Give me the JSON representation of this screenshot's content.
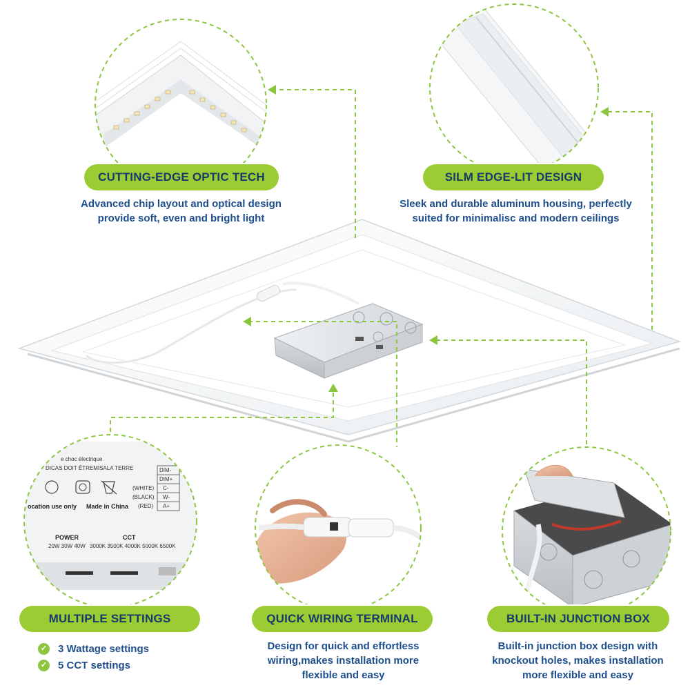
{
  "features": [
    {
      "title": "CUTTING-EDGE OPTIC TECH",
      "desc": [
        "Advanced chip layout and optical design",
        "provide soft, even and bright light"
      ]
    },
    {
      "title": "SILM EDGE-LIT DESIGN",
      "desc": [
        "Sleek and durable aluminum housing, perfectly",
        "suited for minimalisc and modern ceilings"
      ]
    },
    {
      "title": "MULTIPLE SETTINGS",
      "checks": [
        "3 Wattage settings",
        "5 CCT settings"
      ]
    },
    {
      "title": "QUICK WIRING TERMINAL",
      "desc": [
        "Design for quick and effortless",
        "wiring,makes installation more",
        "flexible and easy"
      ]
    },
    {
      "title": "BUILT-IN JUNCTION BOX",
      "desc": [
        "Built-in junction box design with",
        "knockout holes, makes installation",
        "more flexible and easy"
      ]
    }
  ],
  "label": {
    "line1": "e choc électrique",
    "line2": "DICAS DOIT ÊTREMISALA TERRE",
    "location": "ocation use only",
    "made_in": "Made in China",
    "power_title": "POWER",
    "power_values": "20W  30W  40W",
    "cct_title": "CCT",
    "cct_values": "3000K 3500K 4000K 5000K 6500K",
    "wires": [
      {
        "color": "(WHITE)",
        "pin": "C-"
      },
      {
        "color": "(BLACK)",
        "pin": "W-"
      },
      {
        "color": "(RED)",
        "pin": "A+"
      }
    ],
    "dim_pins": [
      "DIM-",
      "DIM+"
    ]
  },
  "colors": {
    "pill": "#9ccc33",
    "pill_text": "#17396b",
    "desc_text": "#1f4e8c",
    "dashed": "#8cc63f"
  }
}
